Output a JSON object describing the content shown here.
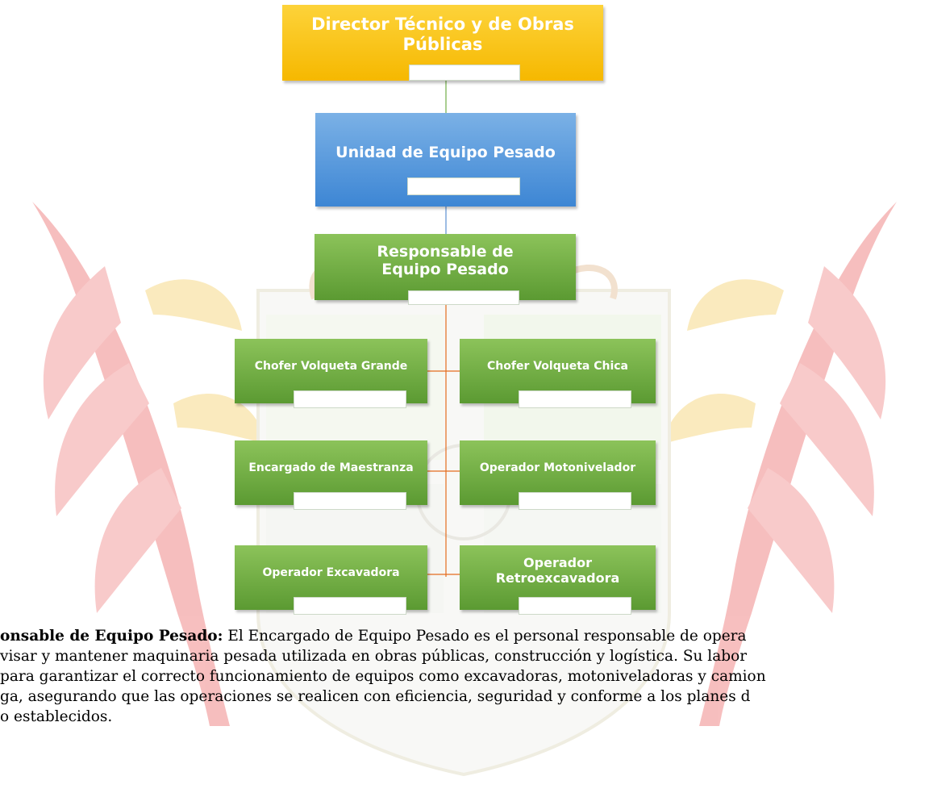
{
  "boxes": {
    "director": "Director Técnico y de Obras Públicas",
    "unidad": "Unidad de Equipo Pesado",
    "responsable": "Responsable de Equipo Pesado",
    "chofer_grande": "Chofer Volqueta Grande",
    "chofer_chica": "Chofer Volqueta Chica",
    "maestranza": "Encargado de Maestranza",
    "motonivelador": "Operador Motonivelador",
    "excavadora": "Operador Excavadora",
    "retroexcavadora": "Operador Retroexcavadora"
  },
  "description": {
    "term": "onsable de Equipo Pesado:",
    "line1": "El Encargado de Equipo Pesado es el personal responsable de opera",
    "line2": "visar y mantener maquinaria pesada utilizada en obras públicas, construcción y  logística. Su labor",
    "line3": "para garantizar el correcto funcionamiento de equipos como excavadoras, motoniveladoras y camion",
    "line4": "ga, asegurando que las operaciones se realicen con eficiencia, seguridad y conforme a los planes d",
    "line5": "o establecidos."
  },
  "colors": {
    "gold": "#f6b800",
    "blue": "#3d86d4",
    "green": "#5b9a32",
    "connector_orange": "#e46c1f",
    "connector_green": "#6fae47",
    "connector_blue": "#5b8fd1"
  }
}
